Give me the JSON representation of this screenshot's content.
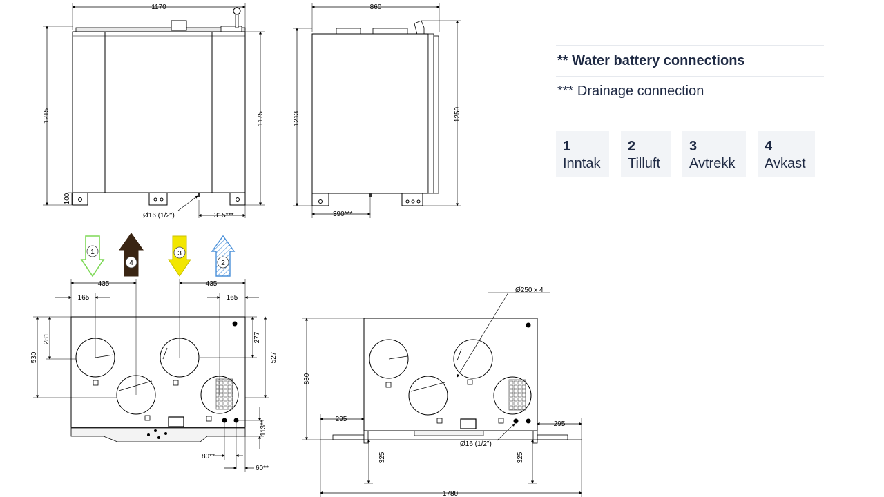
{
  "notes": {
    "water_battery": "** Water battery connections",
    "drainage": "*** Drainage connection"
  },
  "legend": [
    {
      "number": "1",
      "label": "Inntak"
    },
    {
      "number": "2",
      "label": "Tilluft"
    },
    {
      "number": "3",
      "label": "Avtrekk"
    },
    {
      "number": "4",
      "label": "Avkast"
    }
  ],
  "front_view": {
    "width": "1170",
    "height_total": "1215",
    "height_body": "1175",
    "feet_height": "100",
    "drain_diameter": "Ø16 (1/2\")",
    "drain_offset": "315***"
  },
  "side_view": {
    "depth": "860",
    "height_body": "1213",
    "height_total": "1250",
    "drain_offset": "390***"
  },
  "top_view_left": {
    "spacing_left": "435",
    "spacing_right": "435",
    "offset_left": "165",
    "offset_right": "165",
    "depth_total": "530",
    "depth_left": "281",
    "depth_right": "277",
    "depth_right_total": "527",
    "water_height": "113**",
    "water_spacing": "80**",
    "water_offset": "60**"
  },
  "top_view_right": {
    "duct_size": "Ø250 x 4",
    "depth_total": "830",
    "drain_diameter": "Ø16 (1/2\")",
    "bracket_left": "295",
    "bracket_right": "295",
    "bracket_height_left": "325",
    "bracket_height_right": "325",
    "width_total": "1780"
  },
  "airflow_arrows": [
    {
      "number": "1",
      "label": "Inntak",
      "color": "#7ed957"
    },
    {
      "number": "4",
      "label": "Avkast",
      "color": "#3a2513"
    },
    {
      "number": "3",
      "label": "Avtrekk",
      "color": "#f2e600"
    },
    {
      "number": "2",
      "label": "Tilluft",
      "color": "#4a90d9"
    }
  ]
}
